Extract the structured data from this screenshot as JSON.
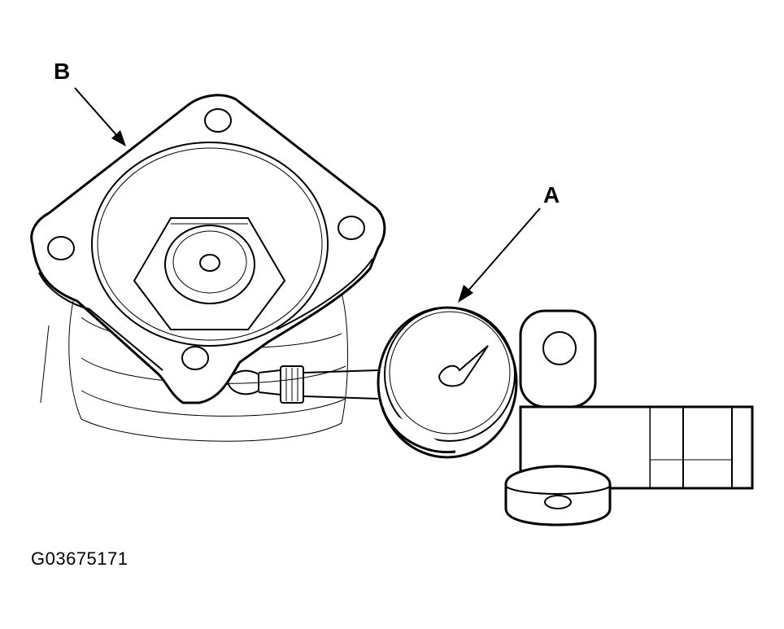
{
  "labels": {
    "a": "A",
    "b": "B"
  },
  "figure_id": "G03675171",
  "colors": {
    "line": "#000000",
    "background": "#ffffff"
  }
}
